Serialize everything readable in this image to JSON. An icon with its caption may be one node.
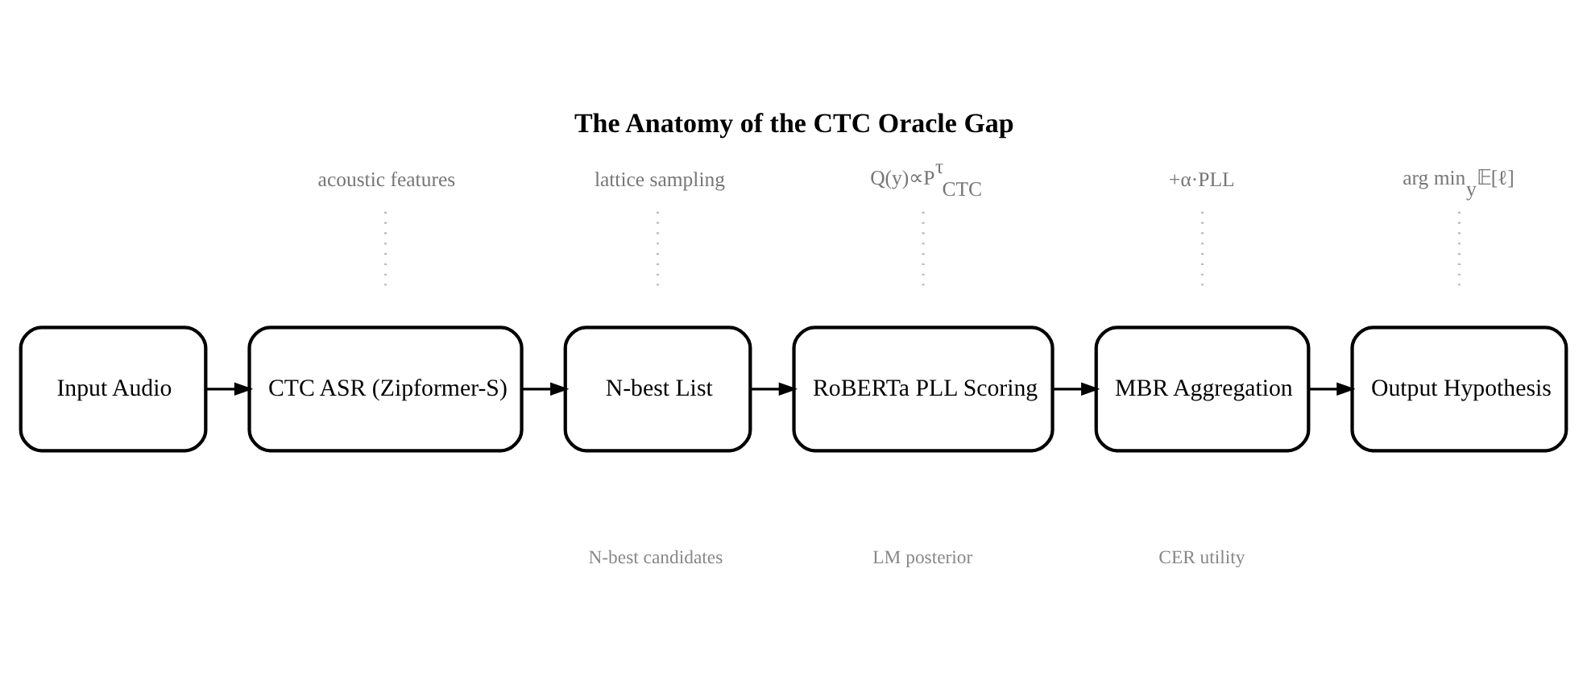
{
  "diagram": {
    "title": "The Anatomy of the CTC Oracle Gap",
    "nodes": [
      {
        "text": [
          "Input Audio"
        ]
      },
      {
        "text": [
          "CTC ASR (Zipformer-S)"
        ]
      },
      {
        "text": [
          "N-best List"
        ]
      },
      {
        "text": [
          "RoBERTa PLL Scoring"
        ]
      },
      {
        "text": [
          "MBR Aggregation"
        ]
      },
      {
        "text": [
          "Output Hypothesis"
        ]
      },
      {
        "text": [
          "acoustic features"
        ]
      },
      {
        "text": [
          "lattice sampling"
        ]
      },
      {
        "text": [
          "Q(y)∝P$^{τ}$$_{CTC}$"
        ]
      },
      {
        "text": [
          "+α·PLL"
        ]
      },
      {
        "text": [
          "arg min$_{y}$𝔼[ℓ]"
        ]
      }
    ],
    "edges": [
      {
        "from": 0,
        "to": 1,
        "arrow": "to"
      },
      {
        "from": 1,
        "to": 2,
        "arrow": "to"
      },
      {
        "from": 2,
        "to": 3,
        "arrow": "to"
      },
      {
        "from": 3,
        "to": 4,
        "arrow": "to"
      },
      {
        "from": 4,
        "to": 5,
        "arrow": "to"
      },
      {
        "from": 6,
        "to": null,
        "arrow": "none",
        "style": "dashed",
        "color": "#bbbbbb"
      },
      {
        "from": 7,
        "to": null,
        "arrow": "none",
        "style": "dashed",
        "color": "#bbbbbb"
      },
      {
        "from": 8,
        "to": null,
        "arrow": "none",
        "style": "dashed",
        "color": "#bbbbbb"
      },
      {
        "from": 9,
        "to": null,
        "arrow": "none",
        "style": "dashed",
        "color": "#bbbbbb"
      },
      {
        "from": 10,
        "to": null,
        "arrow": "none",
        "style": "dashed",
        "color": "#bbbbbb"
      }
    ],
    "labels": [
      "N-best candidates",
      "LM posterior",
      "CER utility"
    ]
  }
}
